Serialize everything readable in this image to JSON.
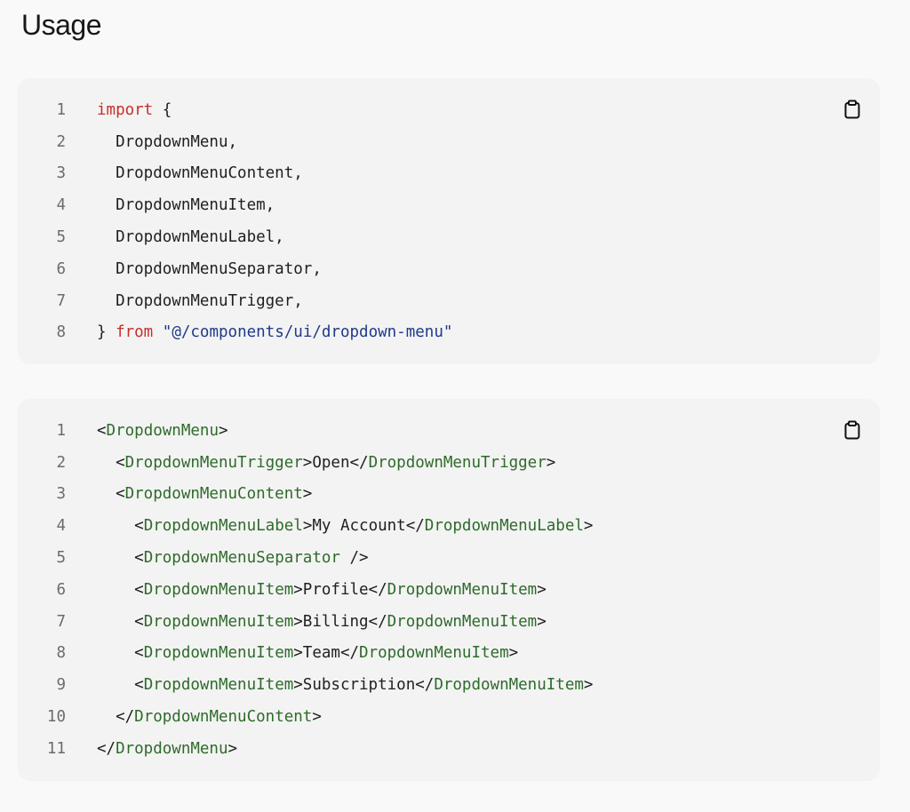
{
  "page": {
    "heading": "Usage"
  },
  "blocks": [
    {
      "id": "import",
      "copy_icon": "clipboard-icon",
      "lines": [
        {
          "n": "1",
          "tokens": [
            {
              "t": "import",
              "c": "keyword"
            },
            {
              "t": " {",
              "c": "plain"
            }
          ]
        },
        {
          "n": "2",
          "tokens": [
            {
              "t": "  DropdownMenu,",
              "c": "plain"
            }
          ]
        },
        {
          "n": "3",
          "tokens": [
            {
              "t": "  DropdownMenuContent,",
              "c": "plain"
            }
          ]
        },
        {
          "n": "4",
          "tokens": [
            {
              "t": "  DropdownMenuItem,",
              "c": "plain"
            }
          ]
        },
        {
          "n": "5",
          "tokens": [
            {
              "t": "  DropdownMenuLabel,",
              "c": "plain"
            }
          ]
        },
        {
          "n": "6",
          "tokens": [
            {
              "t": "  DropdownMenuSeparator,",
              "c": "plain"
            }
          ]
        },
        {
          "n": "7",
          "tokens": [
            {
              "t": "  DropdownMenuTrigger,",
              "c": "plain"
            }
          ]
        },
        {
          "n": "8",
          "tokens": [
            {
              "t": "} ",
              "c": "plain"
            },
            {
              "t": "from",
              "c": "keyword"
            },
            {
              "t": " ",
              "c": "plain"
            },
            {
              "t": "\"@/components/ui/dropdown-menu\"",
              "c": "string"
            }
          ]
        }
      ]
    },
    {
      "id": "usage",
      "copy_icon": "clipboard-icon",
      "lines": [
        {
          "n": "1",
          "tokens": [
            {
              "t": "<",
              "c": "plain"
            },
            {
              "t": "DropdownMenu",
              "c": "tag"
            },
            {
              "t": ">",
              "c": "plain"
            }
          ]
        },
        {
          "n": "2",
          "tokens": [
            {
              "t": "  <",
              "c": "plain"
            },
            {
              "t": "DropdownMenuTrigger",
              "c": "tag"
            },
            {
              "t": ">Open</",
              "c": "plain"
            },
            {
              "t": "DropdownMenuTrigger",
              "c": "tag"
            },
            {
              "t": ">",
              "c": "plain"
            }
          ]
        },
        {
          "n": "3",
          "tokens": [
            {
              "t": "  <",
              "c": "plain"
            },
            {
              "t": "DropdownMenuContent",
              "c": "tag"
            },
            {
              "t": ">",
              "c": "plain"
            }
          ]
        },
        {
          "n": "4",
          "tokens": [
            {
              "t": "    <",
              "c": "plain"
            },
            {
              "t": "DropdownMenuLabel",
              "c": "tag"
            },
            {
              "t": ">My Account</",
              "c": "plain"
            },
            {
              "t": "DropdownMenuLabel",
              "c": "tag"
            },
            {
              "t": ">",
              "c": "plain"
            }
          ]
        },
        {
          "n": "5",
          "tokens": [
            {
              "t": "    <",
              "c": "plain"
            },
            {
              "t": "DropdownMenuSeparator",
              "c": "tag"
            },
            {
              "t": " />",
              "c": "plain"
            }
          ]
        },
        {
          "n": "6",
          "tokens": [
            {
              "t": "    <",
              "c": "plain"
            },
            {
              "t": "DropdownMenuItem",
              "c": "tag"
            },
            {
              "t": ">Profile</",
              "c": "plain"
            },
            {
              "t": "DropdownMenuItem",
              "c": "tag"
            },
            {
              "t": ">",
              "c": "plain"
            }
          ]
        },
        {
          "n": "7",
          "tokens": [
            {
              "t": "    <",
              "c": "plain"
            },
            {
              "t": "DropdownMenuItem",
              "c": "tag"
            },
            {
              "t": ">Billing</",
              "c": "plain"
            },
            {
              "t": "DropdownMenuItem",
              "c": "tag"
            },
            {
              "t": ">",
              "c": "plain"
            }
          ]
        },
        {
          "n": "8",
          "tokens": [
            {
              "t": "    <",
              "c": "plain"
            },
            {
              "t": "DropdownMenuItem",
              "c": "tag"
            },
            {
              "t": ">Team</",
              "c": "plain"
            },
            {
              "t": "DropdownMenuItem",
              "c": "tag"
            },
            {
              "t": ">",
              "c": "plain"
            }
          ]
        },
        {
          "n": "9",
          "tokens": [
            {
              "t": "    <",
              "c": "plain"
            },
            {
              "t": "DropdownMenuItem",
              "c": "tag"
            },
            {
              "t": ">Subscription</",
              "c": "plain"
            },
            {
              "t": "DropdownMenuItem",
              "c": "tag"
            },
            {
              "t": ">",
              "c": "plain"
            }
          ]
        },
        {
          "n": "10",
          "tokens": [
            {
              "t": "  </",
              "c": "plain"
            },
            {
              "t": "DropdownMenuContent",
              "c": "tag"
            },
            {
              "t": ">",
              "c": "plain"
            }
          ]
        },
        {
          "n": "11",
          "tokens": [
            {
              "t": "</",
              "c": "plain"
            },
            {
              "t": "DropdownMenu",
              "c": "tag"
            },
            {
              "t": ">",
              "c": "plain"
            }
          ]
        }
      ]
    }
  ],
  "colors": {
    "keyword": "#c4302b",
    "string": "#1e3a8a",
    "tag": "#2e6b2a",
    "plain": "#1f1f1f",
    "line_number": "#6b6b6b",
    "block_background": "#f3f3f3",
    "page_background": "#f9f9f9"
  }
}
